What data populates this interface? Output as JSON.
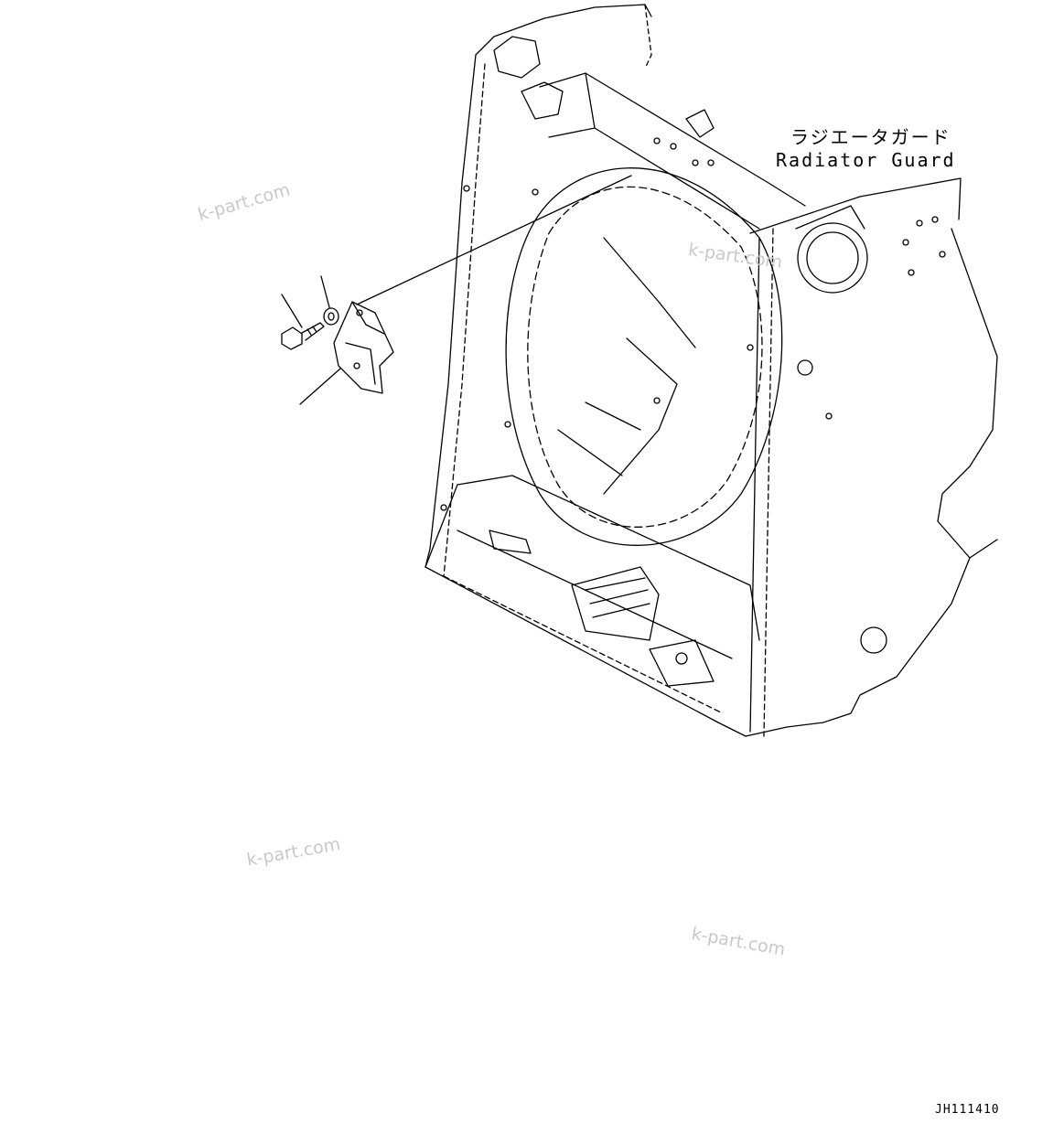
{
  "callout": {
    "japanese": "ラジエータガード",
    "english": "Radiator Guard"
  },
  "watermarks": [
    "k-part.com",
    "k-part.com",
    "k-part.com",
    "k-part.com"
  ],
  "figure_id": "JH111410"
}
